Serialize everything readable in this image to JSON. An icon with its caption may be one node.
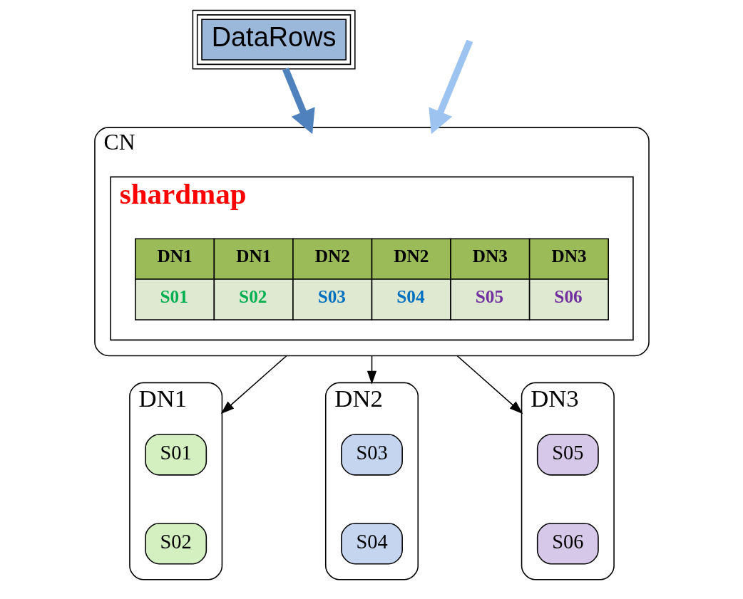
{
  "diagram": {
    "nodes": [
      {
        "text": [
          "DataRows"
        ]
      },
      {
        "text": [
          "CN"
        ]
      },
      {
        "text": [
          "shardmap"
        ],
        "in": 1
      },
      {
        "text": [
          "DN1",
          "DN1",
          "DN2",
          "DN2",
          "DN3",
          "DN3",
          "S01",
          "S02",
          "S03",
          "S04",
          "S05",
          "S06"
        ],
        "in": 2
      },
      {
        "text": [
          "DN1"
        ]
      },
      {
        "text": [
          "S01"
        ],
        "in": 4
      },
      {
        "text": [
          "S02"
        ],
        "in": 4
      },
      {
        "text": [
          "DN2"
        ]
      },
      {
        "text": [
          "S03"
        ],
        "in": 7
      },
      {
        "text": [
          "S04"
        ],
        "in": 7
      },
      {
        "text": [
          "DN3"
        ]
      },
      {
        "text": [
          "S05"
        ],
        "in": 10
      },
      {
        "text": [
          "S06"
        ],
        "in": 10
      }
    ],
    "edges": [
      {
        "from": 0,
        "to": 1,
        "arrow": "to",
        "style": "thick",
        "color": "#4f81bd"
      },
      {
        "from": null,
        "to": 1,
        "arrow": "to",
        "style": "thick",
        "color": "#9dc3f0"
      },
      {
        "from": 1,
        "to": 4,
        "arrow": "to"
      },
      {
        "from": 1,
        "to": 7,
        "arrow": "to"
      },
      {
        "from": 1,
        "to": 10,
        "arrow": "to"
      }
    ]
  }
}
